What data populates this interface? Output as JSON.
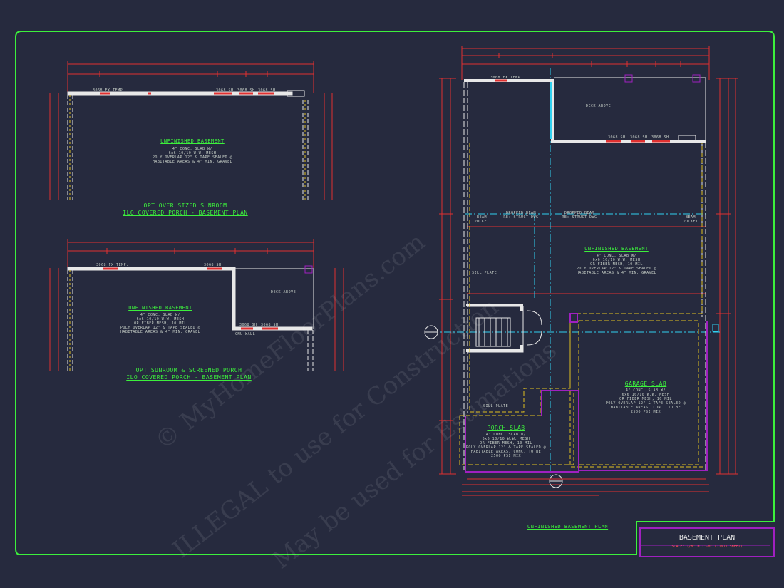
{
  "sheet": {
    "border_color": "#3cf03c",
    "background": "#262a3e",
    "wall_color": "#e8e8e8",
    "dimension_color": "#e03030",
    "centerline_color": "#30d0f0",
    "slab_color": "#e0c020",
    "accent_color": "#a020c0"
  },
  "plan_top_left": {
    "title": "UNFINISHED BASEMENT",
    "notes": [
      "4\" CONC. SLAB W/",
      "6x6 10/10 W.W. MESH",
      "POLY OVERLAP 12\" & TAPE SEALED @",
      "HABITABLE AREAS & 4\" MIN. GRAVEL"
    ],
    "caption_line1": "OPT OVER SIZED SUNROOM",
    "caption_line2": "ILO COVERED PORCH - BASEMENT PLAN",
    "window_labels": [
      "3068 FX TEMP.",
      "3068 SH",
      "3068 SH",
      "3068 SH"
    ]
  },
  "plan_bottom_left": {
    "title": "UNFINISHED BASEMENT",
    "notes": [
      "4\" CONC. SLAB W/",
      "6x6 10/10 W.W. MESH",
      "OR FIBER MESH, 10 MIL",
      "POLY OVERLAP 12\" & TAPE SEALED @",
      "HABITABLE AREAS & 4\" MIN. GRAVEL"
    ],
    "caption_line1": "OPT SUNROOM & SCREENED PORCH",
    "caption_line2": "ILO COVERED PORCH - BASEMENT PLAN",
    "deck_label": "DECK ABOVE",
    "wall_label": "CMU WALL",
    "window_labels": [
      "3068 FX TEMP.",
      "3068 SH",
      "3068 SH",
      "3068 SH"
    ]
  },
  "main_plan": {
    "deck_label": "DECK ABOVE",
    "basement_title": "UNFINISHED BASEMENT",
    "basement_notes": [
      "4\" CONC. SLAB W/",
      "6x6 10/10 W.W. MESH",
      "OR FIBER MESH, 10 MIL",
      "POLY OVERLAP 12\" & TAPE SEALED @",
      "HABITABLE AREAS & 4\" MIN. GRAVEL"
    ],
    "garage_title": "GARAGE SLAB",
    "garage_notes": [
      "4\" CONC. SLAB W/",
      "6x6 10/10 W.W. MESH",
      "OR FIBER MESH, 10 MIL",
      "POLY OVERLAP 12\" & TAPE SEALED @",
      "HABITABLE AREAS, CONC. TO BE",
      "2500 PSI MIX"
    ],
    "porch_title": "PORCH SLAB",
    "porch_notes": [
      "4\" CONC. SLAB W/",
      "6x6 10/10 W.W. MESH",
      "OR FIBER MESH, 10 MIL",
      "POLY OVERLAP 12\" & TAPE SEALED @",
      "HABITABLE AREAS, CONC. TO BE",
      "2500 PSI MIX"
    ],
    "sill_plate_1": "SILL PLATE",
    "sill_plate_2": "SILL PLATE",
    "beam_labels": [
      "BEAM POCKET",
      "DROPPED BEAM RE: STRUCT DWG",
      "DROPPED BEAM RE: STRUCT DWG",
      "BEAM POCKET"
    ],
    "window_labels": [
      "3068 FX TEMP.",
      "3068 SH",
      "3068 SH",
      "3068 SH"
    ],
    "sheet_caption": "UNFINISHED BASEMENT PLAN"
  },
  "title_block": {
    "title": "BASEMENT PLAN",
    "scale": "SCALE: 1/8\" = 1'-0\" (11x17 SHEET)"
  },
  "watermark": {
    "line1": "© MyHomeFloorPlans.com",
    "line2": "ILLEGAL to use for Construction",
    "line3": "May be used for Estimations"
  }
}
